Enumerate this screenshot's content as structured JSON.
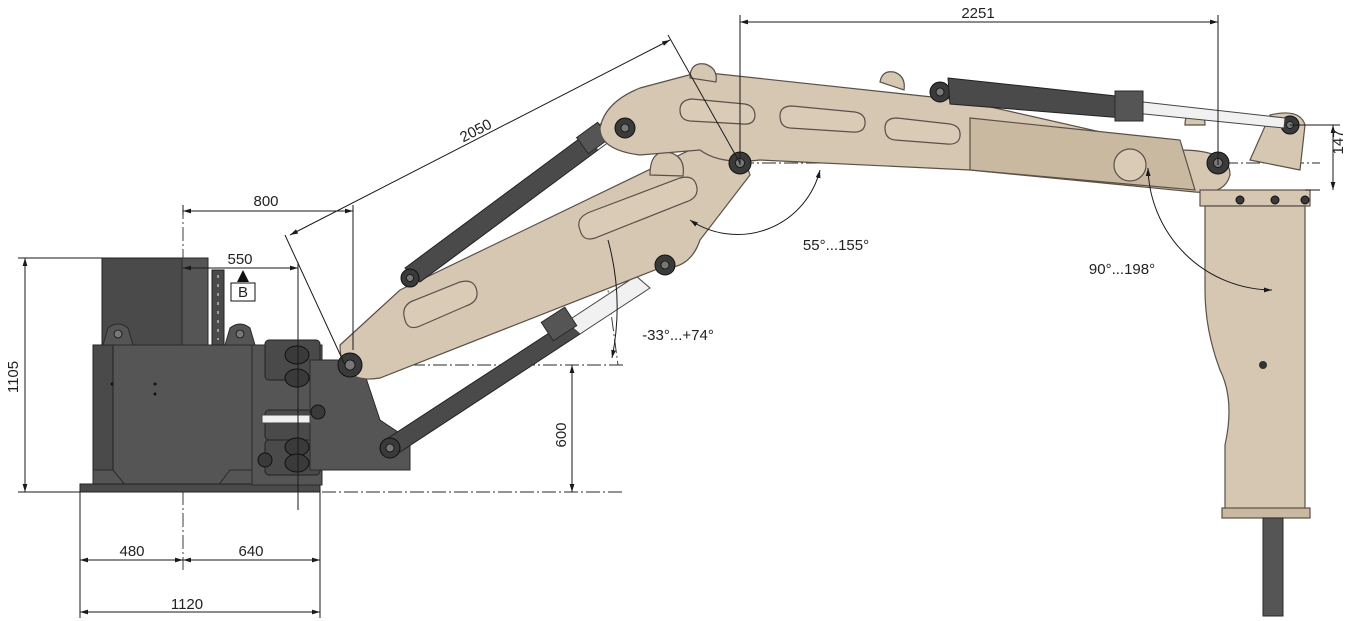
{
  "dimensions": {
    "d_2251": "2251",
    "d_2050": "2050",
    "d_800": "800",
    "d_550": "550",
    "d_147": "147",
    "d_1105": "1105",
    "d_600": "600",
    "d_480": "480",
    "d_640": "640",
    "d_1120": "1120"
  },
  "angles": {
    "slew": "55°...155°",
    "breaker": "90°...198°",
    "boom": "-33°...+74°"
  },
  "view_marker": "B",
  "colors": {
    "boom_beige": "#d5c7b1",
    "steel_grey": "#555555",
    "rod_white": "#f1f1f1",
    "line_black": "#1a1a1a"
  }
}
